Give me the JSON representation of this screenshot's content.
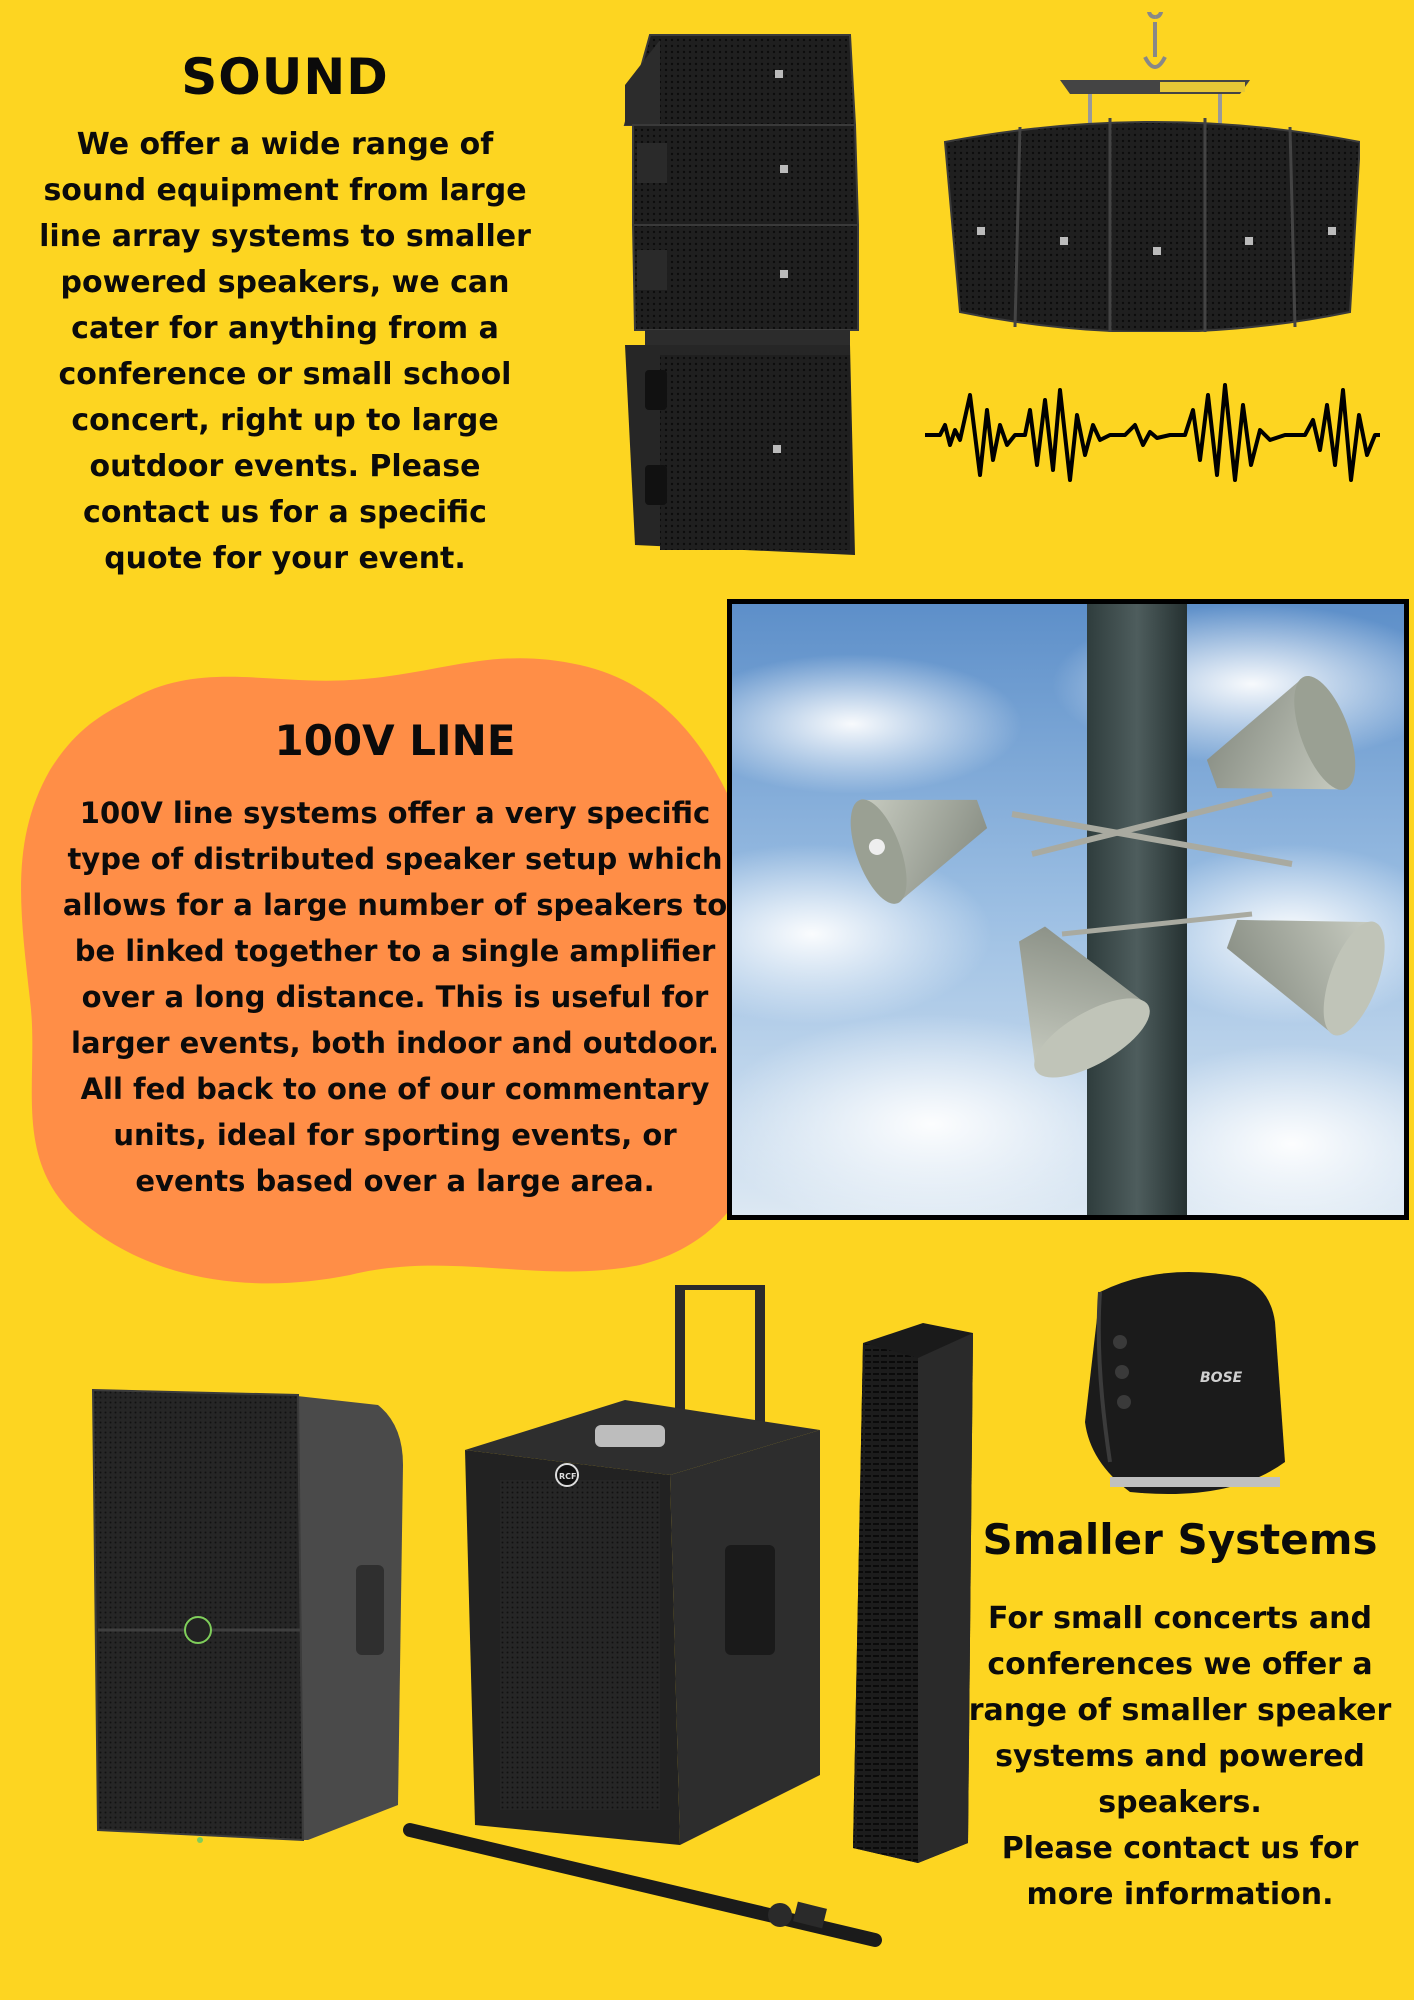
{
  "sound": {
    "title": "SOUND",
    "body": "We offer a wide range of sound equipment from large line array systems to smaller powered speakers, we can cater for anything from a conference or small school concert, right up to large outdoor events. Please contact us for a specific quote for your event."
  },
  "line_100v": {
    "title": "100V LINE",
    "body": "100V line systems offer a very specific type of distributed speaker setup which allows for a large number of speakers to be linked together to a single amplifier over a long distance. This is useful for larger events, both indoor and outdoor. All fed back to one of our commentary units, ideal for sporting events, or events based over a large area."
  },
  "smaller_systems": {
    "title": "Smaller Systems",
    "body_1": "For small concerts and conferences we offer a range of smaller speaker systems and powered speakers.",
    "body_2": "Please contact us for more information."
  },
  "logos": {
    "bose": "BOSE",
    "rcf": "RCF"
  },
  "colors": {
    "background": "#FDD521",
    "blob": "#FF8E47",
    "speaker": "#1c1c1c"
  }
}
